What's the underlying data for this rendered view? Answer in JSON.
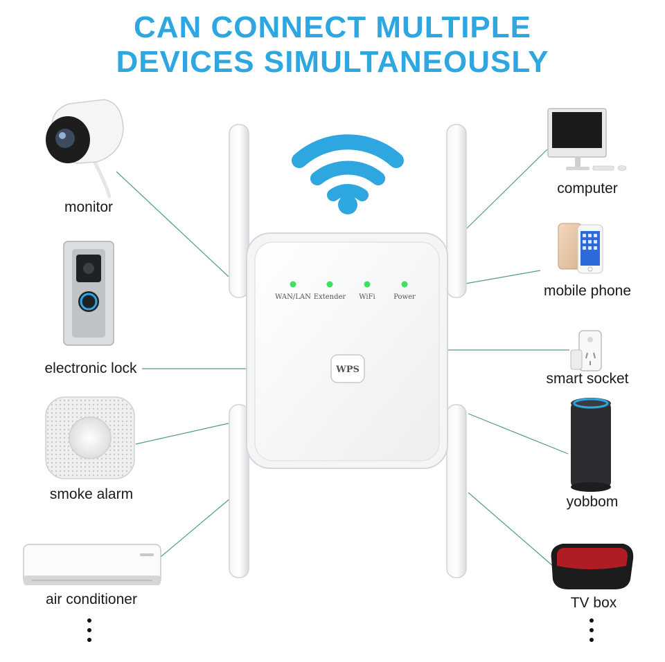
{
  "headline": {
    "line1": "CAN CONNECT MULTIPLE",
    "line2": "DEVICES SIMULTANEOUSLY"
  },
  "device": {
    "leds": [
      "WAN/LAN",
      "Extender",
      "WiFi",
      "Power"
    ],
    "wps_label": "WPS"
  },
  "left_devices": [
    {
      "label": "monitor",
      "icon": "security-camera-icon"
    },
    {
      "label": "electronic lock",
      "icon": "video-doorbell-icon"
    },
    {
      "label": "smoke alarm",
      "icon": "smoke-alarm-icon"
    },
    {
      "label": "air conditioner",
      "icon": "air-conditioner-icon"
    }
  ],
  "right_devices": [
    {
      "label": "computer",
      "icon": "desktop-computer-icon"
    },
    {
      "label": "mobile phone",
      "icon": "mobile-phone-icon"
    },
    {
      "label": "smart socket",
      "icon": "smart-socket-icon"
    },
    {
      "label": "yobbom",
      "icon": "smart-speaker-icon"
    },
    {
      "label": "TV box",
      "icon": "tv-box-icon"
    }
  ],
  "colors": {
    "headline": "#2ea6e0",
    "wifi": "#2ea6e0",
    "connector": "#4f9e7a",
    "led": "#3fe060"
  }
}
